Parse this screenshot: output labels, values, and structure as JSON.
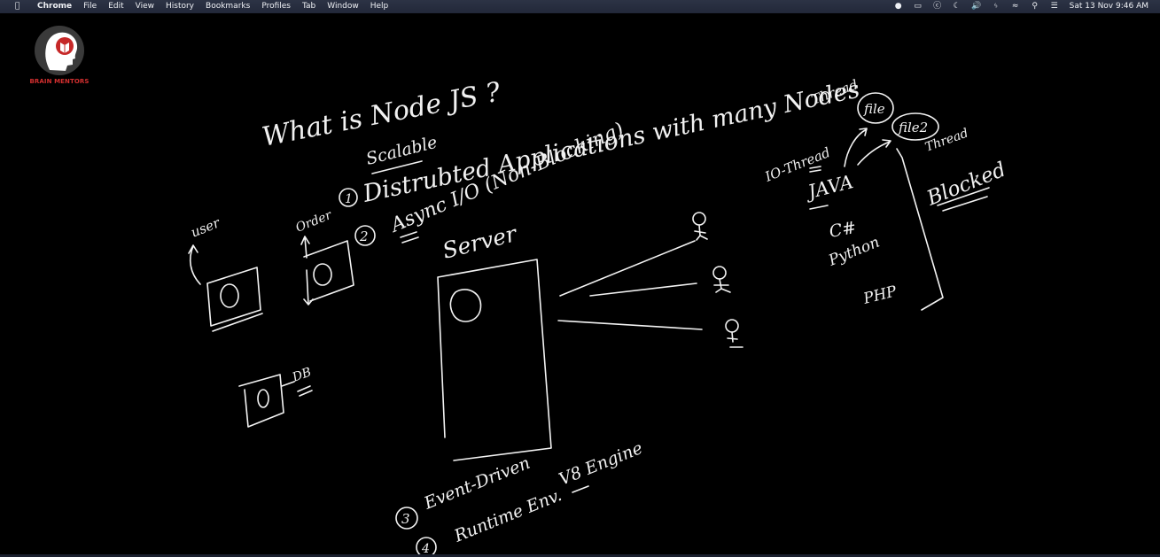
{
  "menubar": {
    "app_name": "Chrome",
    "items": [
      "File",
      "Edit",
      "View",
      "History",
      "Bookmarks",
      "Profiles",
      "Tab",
      "Window",
      "Help"
    ],
    "clock": "Sat 13 Nov  9:46 AM"
  },
  "logo": {
    "brand_text": "BRAIN MENTORS",
    "brand_color": "#d32f2f"
  },
  "board": {
    "title": "What is Node JS ?",
    "scalable": "Scalable",
    "point1": "Distrubted Applications with many Nodes",
    "point2": "Async I/O (Non-Blocking)",
    "point3": "Event-Driven",
    "point4": "Runtime Env.",
    "v8": "V8 Engine",
    "server": "Server",
    "user": "user",
    "order": "Order",
    "db": "DB",
    "thread_top": "Thread",
    "thread_right": "Thread",
    "file": "file",
    "file2": "file2",
    "io_thread": "IO-Thread",
    "java": "JAVA",
    "csharp": "C#",
    "python": "Python",
    "php": "PHP",
    "blocked": "Blocked",
    "n1": "1",
    "n2": "2",
    "n3": "3",
    "n4": "4"
  }
}
